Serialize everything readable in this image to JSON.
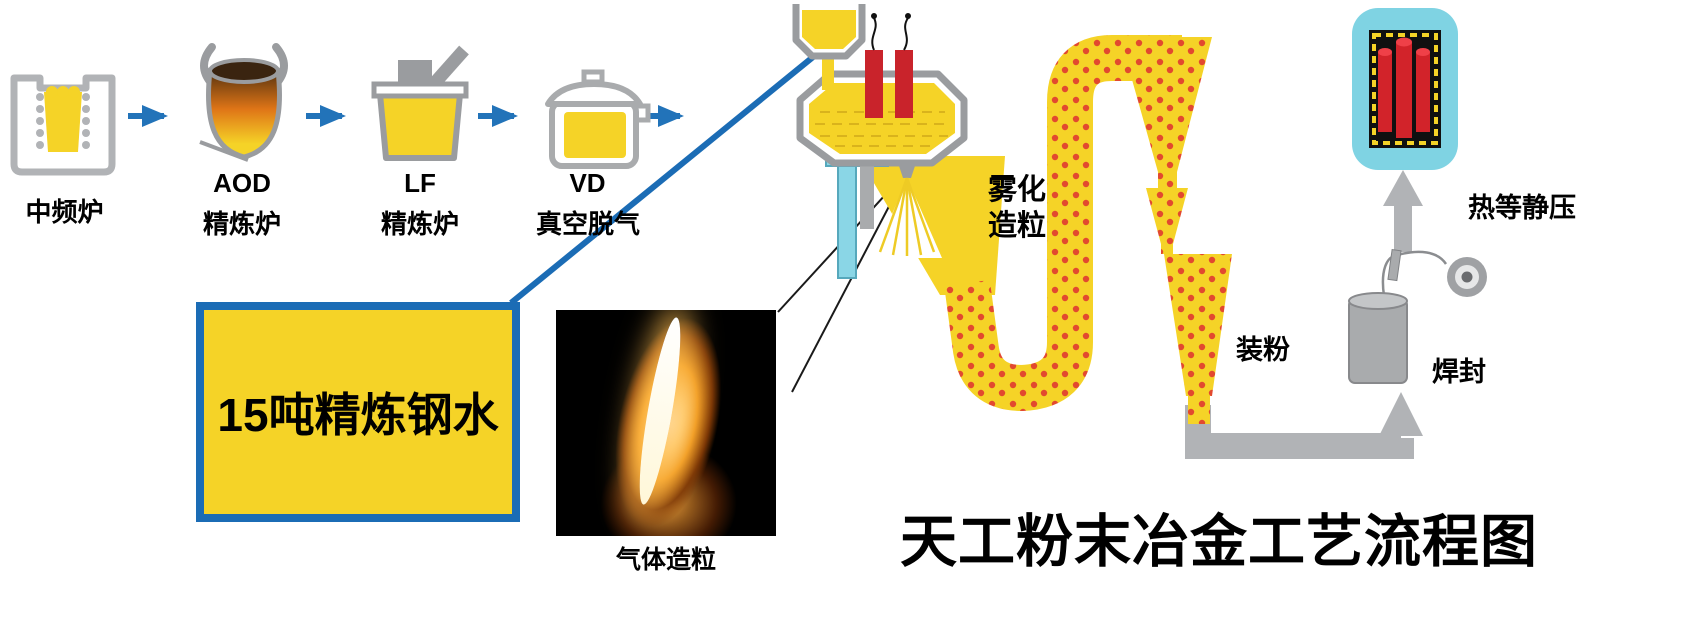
{
  "title": "天工粉末冶金工艺流程图",
  "colors": {
    "molten_yellow": "#f5d327",
    "flow_blue": "#1b6cb5",
    "arrow_blue": "#2273b9",
    "machine_gray": "#a9abad",
    "powder_red": "#e2492f",
    "electrode_red": "#c9232b",
    "hip_cyan": "#7fd3e3"
  },
  "furnace_chain": {
    "steps": [
      {
        "label": "中频炉",
        "sub": ""
      },
      {
        "label": "AOD",
        "sub": "精炼炉"
      },
      {
        "label": "LF",
        "sub": "精炼炉"
      },
      {
        "label": "VD",
        "sub": "真空脱气"
      }
    ]
  },
  "callout": {
    "text": "15吨精炼钢水"
  },
  "stages": {
    "atomization_line1": "雾化",
    "atomization_line2": "造粒",
    "gas_atomization_caption": "气体造粒",
    "powder_filling": "装粉",
    "weld_sealing": "焊封",
    "hot_isostatic_pressing": "热等静压"
  }
}
